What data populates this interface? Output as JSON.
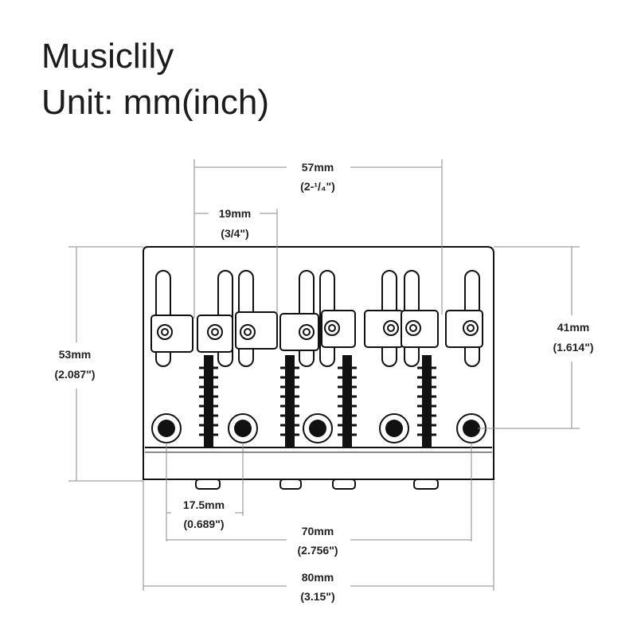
{
  "header": {
    "brand": "Musiclily",
    "unit": "Unit: mm(inch)"
  },
  "dimensions": {
    "d57_mm": "57mm",
    "d57_in": "(2-¹/₄\")",
    "d19_mm": "19mm",
    "d19_in": "(3/4\")",
    "d53_mm": "53mm",
    "d53_in": "(2.087\")",
    "d41_mm": "41mm",
    "d41_in": "(1.614\")",
    "d17_mm": "17.5mm",
    "d17_in": "(0.689\")",
    "d70_mm": "70mm",
    "d70_in": "(2.756\")",
    "d80_mm": "80mm",
    "d80_in": "(3.15\")"
  },
  "colors": {
    "outline": "#111111",
    "dimension_line": "#8a8a8a",
    "text": "#222222"
  }
}
